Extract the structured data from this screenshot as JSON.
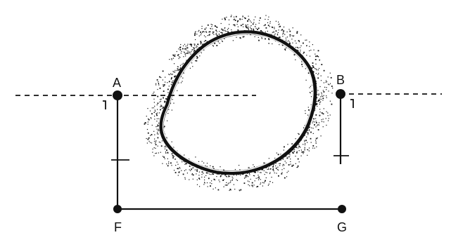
{
  "points": [
    {
      "id": "A",
      "label": "A"
    },
    {
      "id": "B",
      "label": "B"
    },
    {
      "id": "F",
      "label": "F"
    },
    {
      "id": "G",
      "label": "G"
    }
  ],
  "colors": {
    "ink": "#111111",
    "background": "#ffffff"
  }
}
